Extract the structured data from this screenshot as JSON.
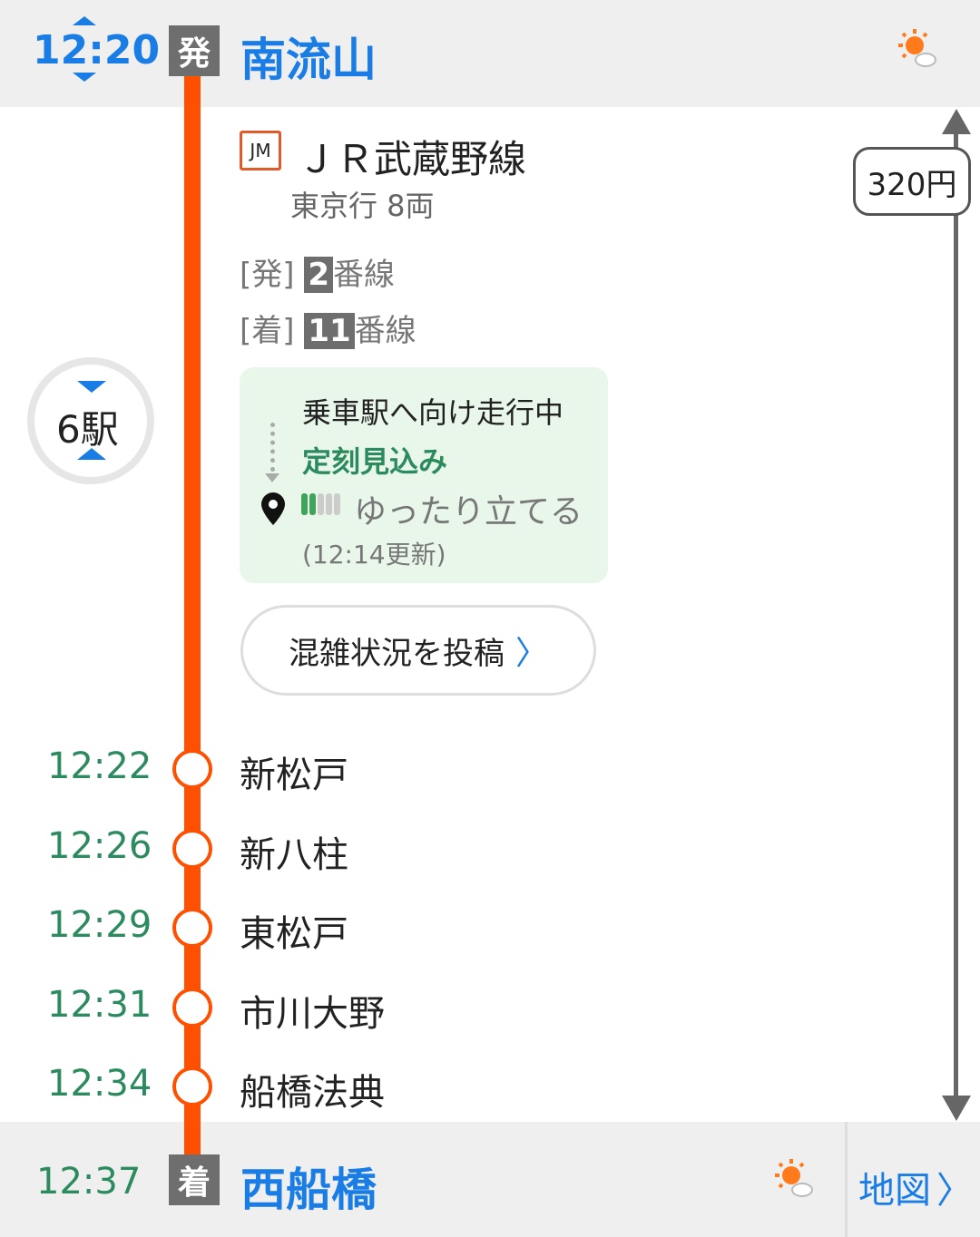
{
  "departure": {
    "time": "12:20",
    "badge": "発",
    "station": "南流山"
  },
  "route": {
    "line_code": "JM",
    "line_name": "ＪＲ武蔵野線",
    "direction": "東京行 8両",
    "fare": "320円",
    "dep_platform_label": "[発]",
    "dep_platform": "2",
    "dep_platform_suffix": "番線",
    "arr_platform_label": "[着]",
    "arr_platform": "11",
    "arr_platform_suffix": "番線",
    "stops_count": "6駅"
  },
  "status": {
    "running": "乗車駅へ向け走行中",
    "on_time": "定刻見込み",
    "crowd_level": 2,
    "crowd_max": 5,
    "crowd_text": "ゆったり立てる",
    "updated": "(12:14更新)"
  },
  "post_button": "混雑状況を投稿",
  "stops": [
    {
      "time": "12:22",
      "name": "新松戸"
    },
    {
      "time": "12:26",
      "name": "新八柱"
    },
    {
      "time": "12:29",
      "name": "東松戸"
    },
    {
      "time": "12:31",
      "name": "市川大野"
    },
    {
      "time": "12:34",
      "name": "船橋法典"
    }
  ],
  "arrival": {
    "time": "12:37",
    "badge": "着",
    "station": "西船橋",
    "map_label": "地図"
  },
  "colors": {
    "line": "#ff5000",
    "accent": "#1a7de6",
    "green": "#2b8a5e"
  }
}
